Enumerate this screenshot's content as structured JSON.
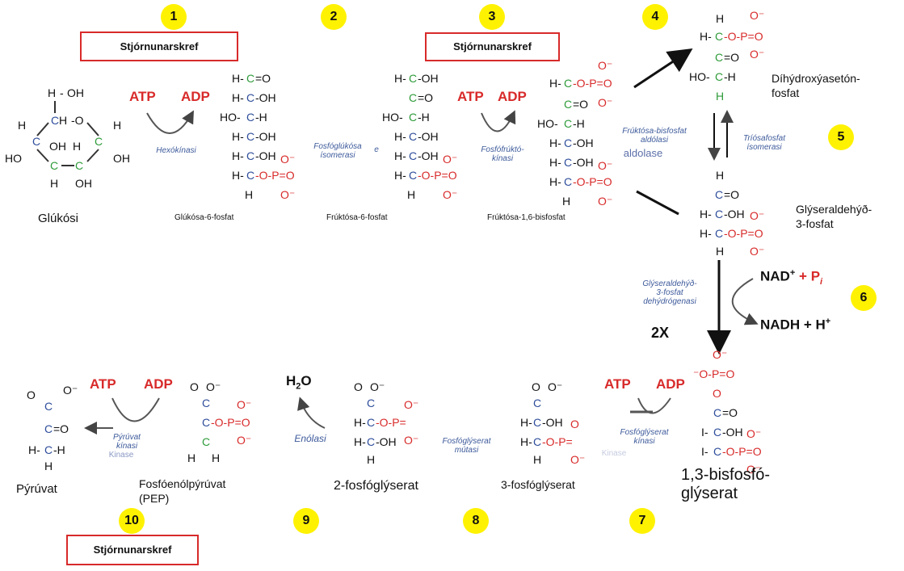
{
  "steps": [
    "1",
    "2",
    "3",
    "4",
    "5",
    "6",
    "7",
    "8",
    "9",
    "10"
  ],
  "regulatory_label": "Stjórnunarskref",
  "cofactors": {
    "atp": "ATP",
    "adp": "ADP",
    "nad": "NAD",
    "plus": "+",
    "p": "P",
    "i": "i",
    "nadh": "NADH + H",
    "sup_plus": "+",
    "h2o_h": "H",
    "h2o_2": "2",
    "h2o_o": "O",
    "twox": "2X"
  },
  "enzymes": {
    "e1": "Hexókínasi",
    "e2": [
      "Fosfóglúkósa",
      "ísomerasi"
    ],
    "e3": [
      "Fosfófrúktó-",
      "kínasi"
    ],
    "e4": [
      "Frúktósa-bisfosfat",
      "aldólasi"
    ],
    "e4_ghost": "aldolase",
    "e5": [
      "Tríósafosfat",
      "ísomerasi"
    ],
    "e6": [
      "Glýseraldehýð-",
      "3-fosfat",
      "dehýdrógenasi"
    ],
    "e7": [
      "Fosfóglýserat",
      "kínasi"
    ],
    "e8": [
      "Fosfóglýserat",
      "mútasi"
    ],
    "e9": "Enólasi",
    "e10": [
      "Pýrúvat",
      "kínasi"
    ],
    "e10_ghost": "Kinase",
    "e7_ghost": "Kinase",
    "e2_ghost": "e"
  },
  "molecules": {
    "glucose": "Glúkósi",
    "g6p": "Glúkósa-6-fosfat",
    "f6p": "Frúktósa-6-fosfat",
    "f16bp": "Frúktósa-1,6-bisfosfat",
    "dhap": [
      "Díhýdroxýasetón-",
      "fosfat"
    ],
    "g3p": [
      "Glýseraldehýð-",
      "3-fosfat"
    ],
    "bpg": [
      "1,3-bisfosfó-",
      "glýserat"
    ],
    "pg3": "3-fosfóglýserat",
    "pg2": "2-fosfóglýserat",
    "pep": [
      "Fosfóenólpýrúvat",
      "(PEP)"
    ],
    "pyruvate": "Pýrúvat"
  },
  "colors": {
    "step_badge": "#fff200",
    "regulatory_border": "#d82a2a",
    "cofactor_red": "#d82a2a",
    "enzyme_text": "#3d5a9b",
    "carbon_blue": "#2e4d9b",
    "carbon_green": "#2e9b3a",
    "phosphate_red": "#d82a2a"
  }
}
